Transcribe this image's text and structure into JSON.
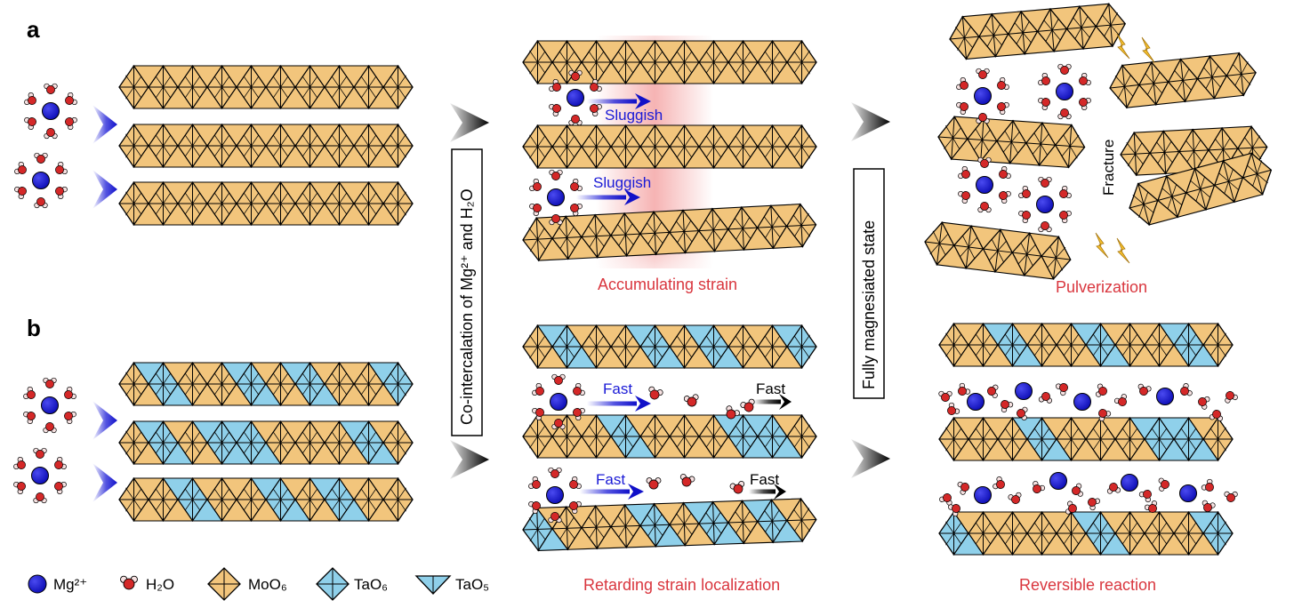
{
  "panels": {
    "a": "a",
    "b": "b"
  },
  "process": {
    "step1": "Co-intercalation of Mg²⁺ and H₂O",
    "step2": "Fully magnesiated state"
  },
  "panel_a": {
    "sluggish_1": "Sluggish",
    "sluggish_2": "Sluggish",
    "caption_mid": "Accumulating strain",
    "fracture": "Fracture",
    "caption_right": "Pulverization"
  },
  "panel_b": {
    "fast_1": "Fast",
    "fast_2": "Fast",
    "fast_3": "Fast",
    "fast_4": "Fast",
    "caption_mid": "Retarding strain localization",
    "caption_right": "Reversible reaction"
  },
  "legend": {
    "mg": "Mg²⁺",
    "h2o": "H₂O",
    "moo6": "MoO₆",
    "tao6": "TaO₆",
    "tao5": "TaO₅"
  },
  "colors": {
    "moo6": "#f2c57c",
    "tao6": "#8fd0ea",
    "mg": "#1717c9",
    "oxygen": "#d42828",
    "hydrogen": "#f6e1e1",
    "strain": "#f39a9a",
    "slow_arrow": "#1a1ad6",
    "caption_red": "#d9363e"
  }
}
